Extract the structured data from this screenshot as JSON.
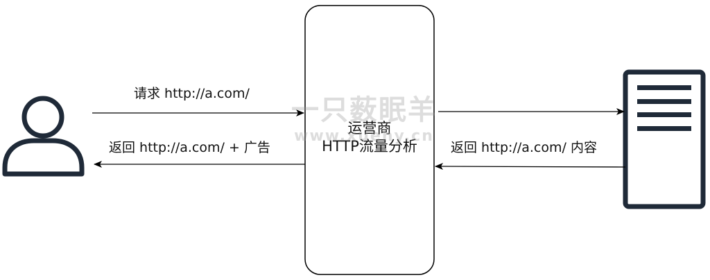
{
  "labels": {
    "request": "请求 http://a.com/",
    "return_with_ad": "返回 http://a.com/ + 广告",
    "return_content": "返回 http://a.com/ 内容"
  },
  "operator": {
    "line1": "运营商",
    "line2": "HTTP流量分析"
  },
  "watermark": {
    "line1": "一只薮眠羊",
    "line2": "www.xuehy.cn"
  },
  "icons": {
    "user": "user-icon",
    "server": "server-icon"
  },
  "colors": {
    "stroke": "#000000",
    "server_frame": "#1f2a38"
  }
}
